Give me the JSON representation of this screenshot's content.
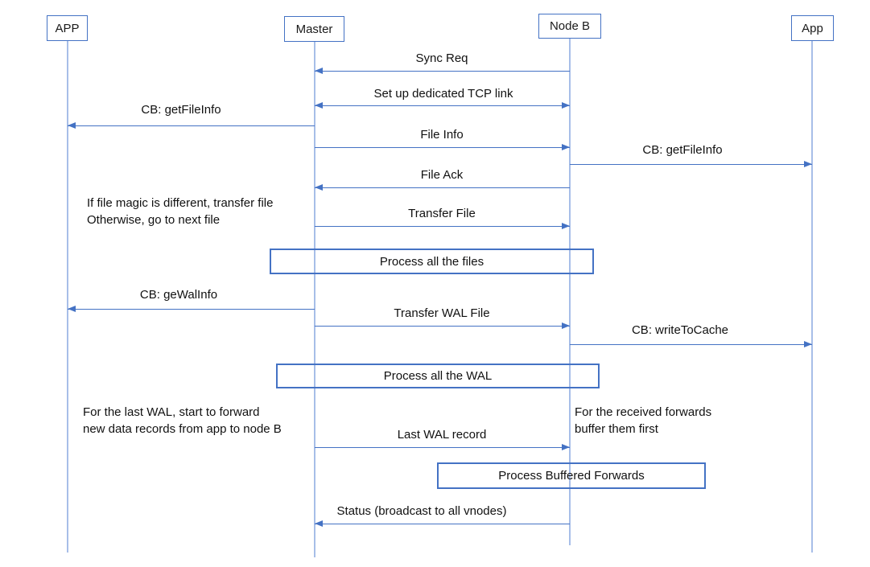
{
  "diagram_type": "sequence-diagram",
  "actors": [
    {
      "label": "APP"
    },
    {
      "label": "Master"
    },
    {
      "label": "Node B"
    },
    {
      "label": "App"
    }
  ],
  "messages": [
    {
      "label": "Sync Req",
      "from": "Node B",
      "to": "Master",
      "direction": "left"
    },
    {
      "label": "Set up dedicated TCP link",
      "from": "Master",
      "to": "Node B",
      "direction": "both"
    },
    {
      "label": "CB: getFileInfo",
      "from": "Master",
      "to": "APP",
      "direction": "left"
    },
    {
      "label": "File Info",
      "from": "Master",
      "to": "Node B",
      "direction": "right"
    },
    {
      "label": "CB: getFileInfo",
      "from": "Node B",
      "to": "App",
      "direction": "right"
    },
    {
      "label": "File Ack",
      "from": "Node B",
      "to": "Master",
      "direction": "left"
    },
    {
      "label": "Transfer File",
      "from": "Master",
      "to": "Node B",
      "direction": "right"
    },
    {
      "label": "CB: geWalInfo",
      "from": "Master",
      "to": "APP",
      "direction": "left"
    },
    {
      "label": "Transfer WAL File",
      "from": "Master",
      "to": "Node B",
      "direction": "right"
    },
    {
      "label": "CB: writeToCache",
      "from": "Node B",
      "to": "App",
      "direction": "right"
    },
    {
      "label": "Last WAL record",
      "from": "Master",
      "to": "Node B",
      "direction": "right"
    },
    {
      "label": "Status (broadcast to all vnodes)",
      "from": "Node B",
      "to": "Master",
      "direction": "left"
    }
  ],
  "process_boxes": [
    {
      "label": "Process all the files"
    },
    {
      "label": "Process all the WAL"
    },
    {
      "label": "Process Buffered Forwards"
    }
  ],
  "notes": [
    {
      "line1": "If file magic is different, transfer file",
      "line2": "Otherwise, go to next file"
    },
    {
      "line1": "For the last WAL, start to forward",
      "line2": "new data records from app to node B"
    },
    {
      "line1": "For the received forwards",
      "line2": "buffer them first"
    }
  ],
  "colors": {
    "arrow_line": "#4472C4",
    "lifeline": "#A7BEE8",
    "box_border": "#4472C4",
    "text": "#111111",
    "background": "#FFFFFF"
  }
}
